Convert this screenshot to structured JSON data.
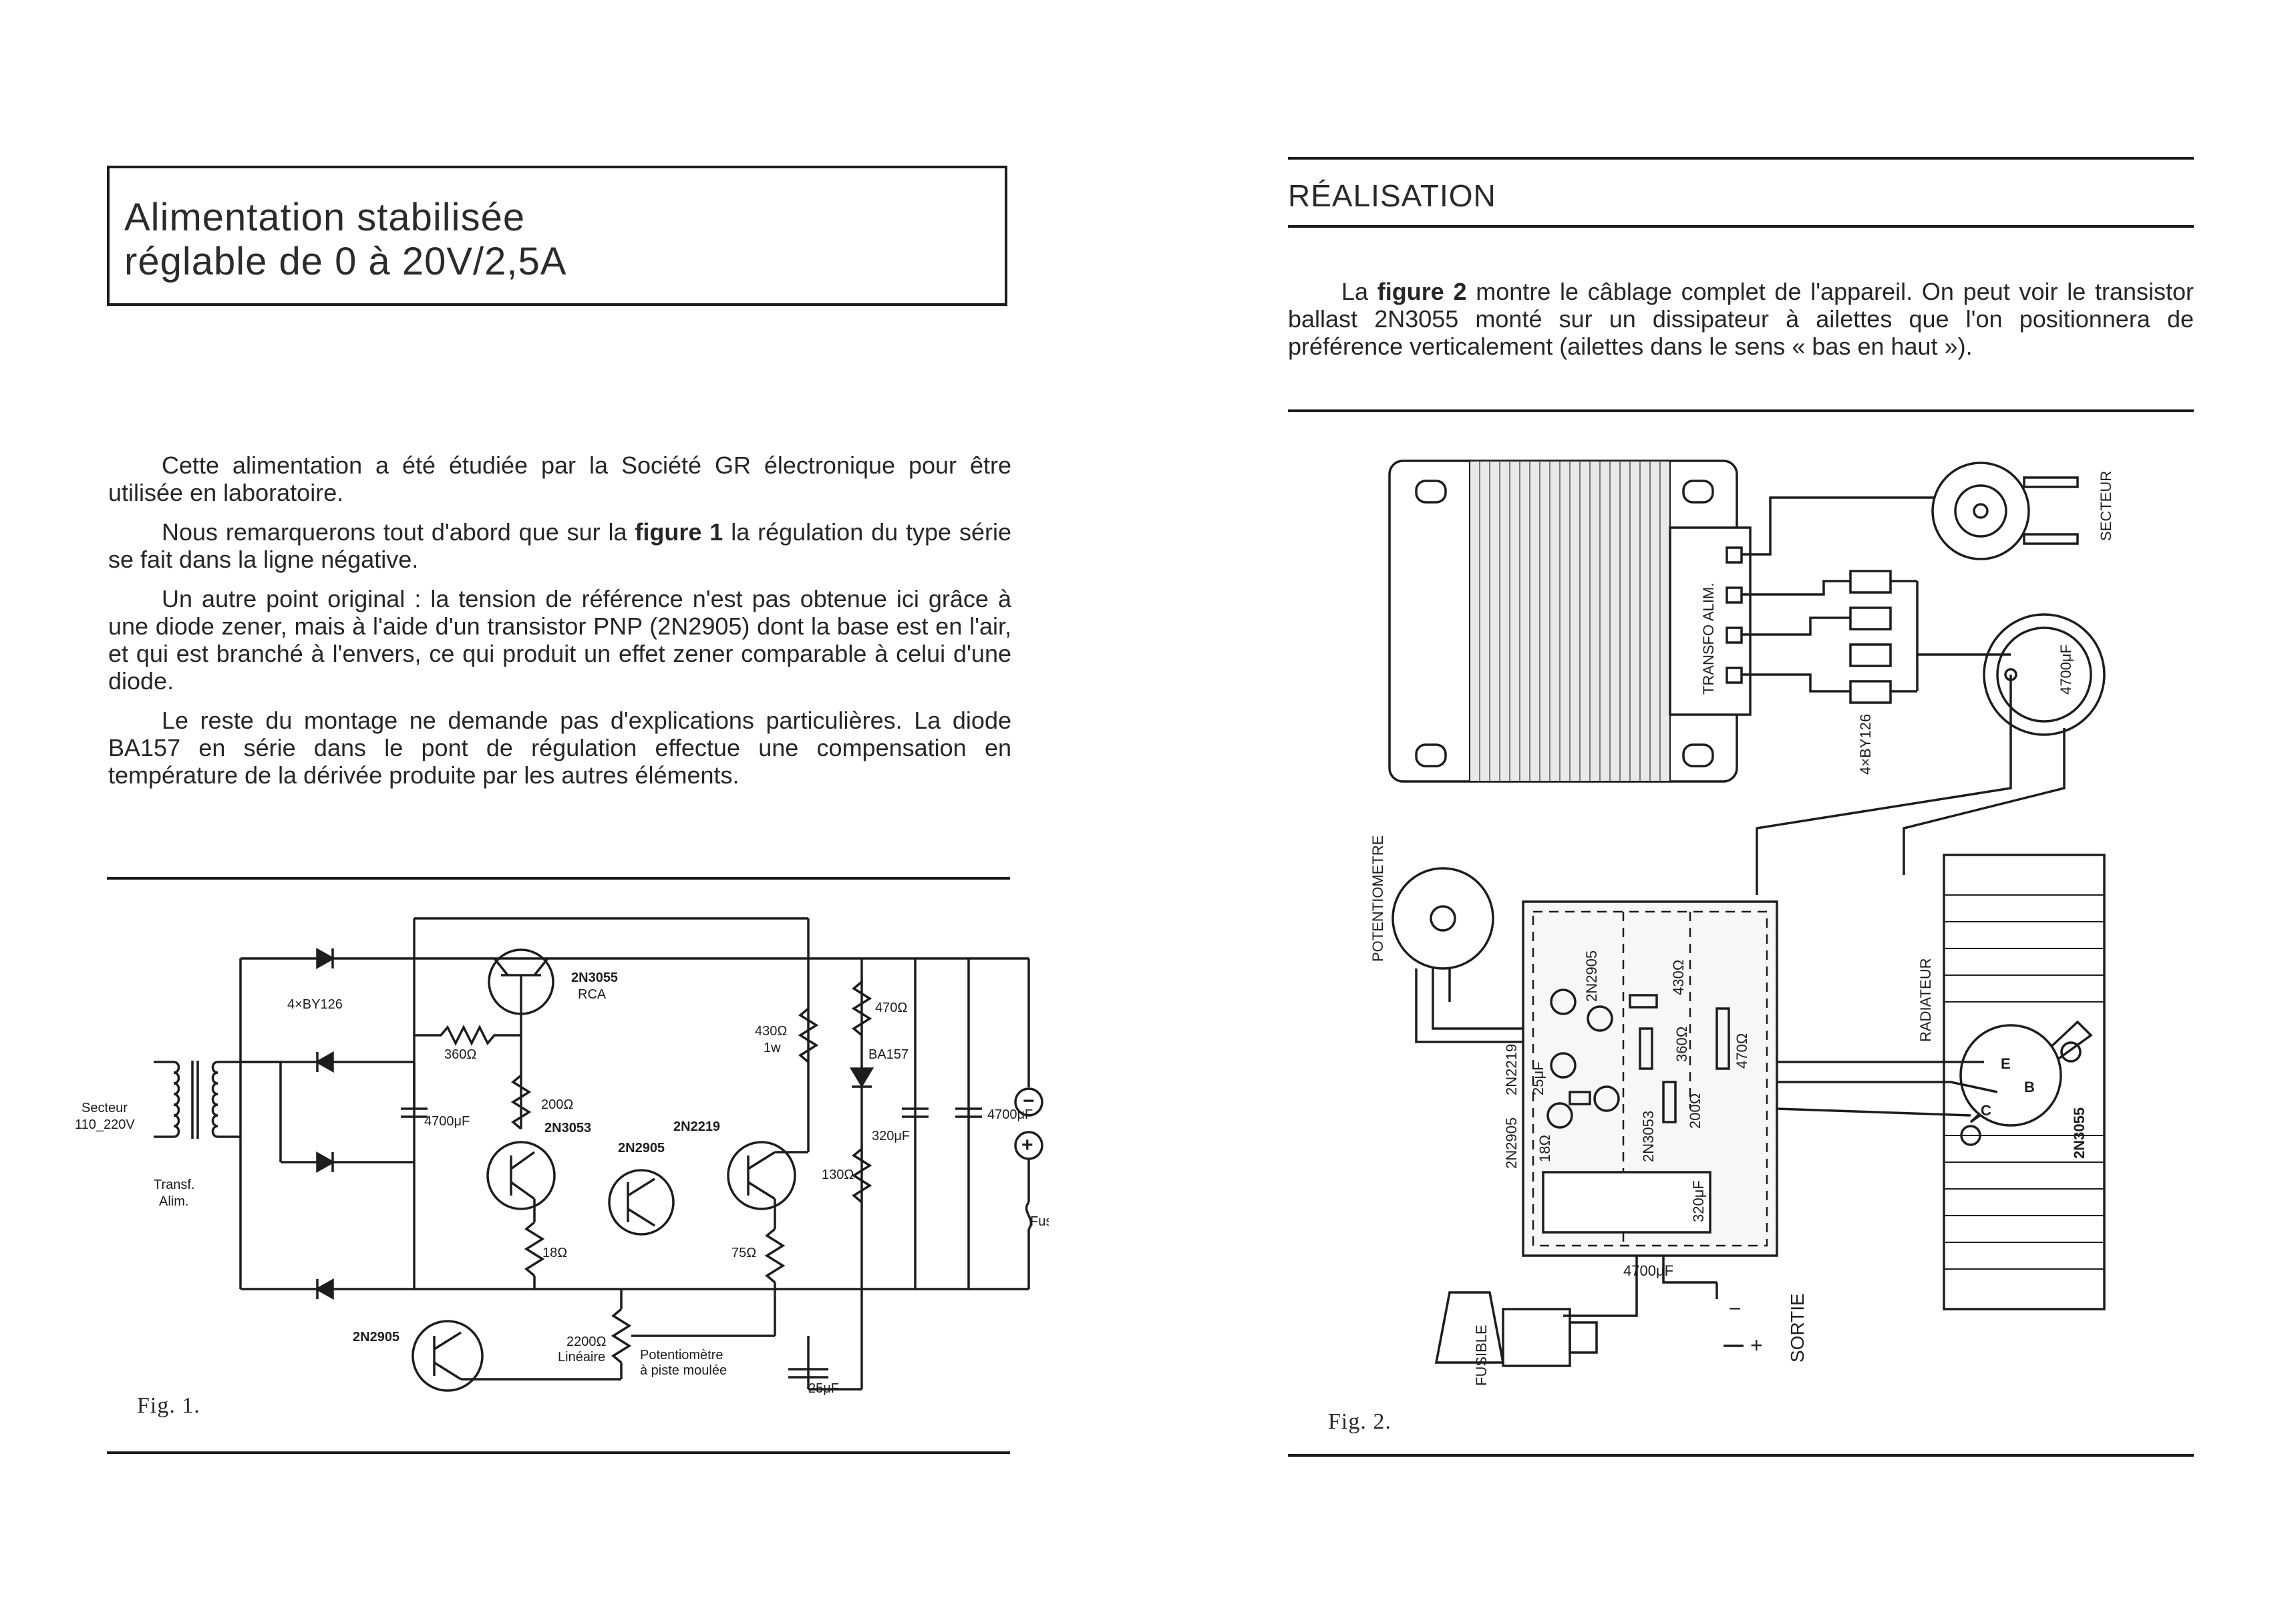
{
  "left_page": {
    "title_line1": "Alimentation stabilisée",
    "title_line2": "réglable de 0 à 20V/2,5A",
    "p1": "Cette alimentation a été étudiée par la Société GR électronique pour être utilisée en laboratoire.",
    "p2_before": "Nous remarquerons tout d'abord que sur la ",
    "p2_bold": "figure 1",
    "p2_after": " la régulation du type série se fait dans la ligne négative.",
    "p3": "Un autre point original : la tension de référence n'est pas obtenue ici grâce à une diode zener, mais à l'aide d'un transistor PNP (2N2905) dont la base est en l'air, et qui est branché à l'envers, ce qui produit un effet zener comparable à celui d'une diode.",
    "p4": "Le reste du montage ne demande pas d'explications particulières. La diode BA157 en série dans le pont de régulation effectue une compensation en température de la dérivée produite par les autres éléments.",
    "fig_caption": "Fig. 1.",
    "schematic": {
      "bridge": "4×BY126",
      "secteur": "Secteur",
      "voltage": "110_220V",
      "transf1": "Transf.",
      "transf2": "Alim.",
      "q_ballast": "2N3055",
      "q_ballast_brand": "RCA",
      "r360": "360Ω",
      "r200": "200Ω",
      "c4700a": "4700μF",
      "q_driver": "2N3053",
      "q_ref": "2N2905",
      "q_amp": "2N2219",
      "r430": "430Ω",
      "r430w": "1w",
      "r470": "470Ω",
      "d_ba157": "BA157",
      "c320": "320μF",
      "r130": "130Ω",
      "c4700b": "4700μF",
      "r18": "18Ω",
      "r75": "75Ω",
      "q_ref2": "2N2905",
      "r2200": "2200Ω",
      "lineaire": "Linéaire",
      "pot1": "Potentiomètre",
      "pot2": "à piste moulée",
      "c25": "25μF",
      "fuse": "Fus.",
      "minus": "−",
      "plus": "+"
    }
  },
  "right_page": {
    "heading": "RÉALISATION",
    "p1_before": "La ",
    "p1_bold": "figure 2",
    "p1_after": " montre le câblage complet de l'appareil. On peut voir le transistor ballast 2N3055 monté sur un dissipateur à ailettes que l'on positionnera de préférence verticalement (ailettes dans le sens « bas en haut »).",
    "fig_caption": "Fig. 2.",
    "wiring": {
      "transfo": "TRANSFO ALIM.",
      "secteur": "SECTEUR",
      "bridge": "4×BY126",
      "cap": "4700μF",
      "pot": "POTENTIOMETRE",
      "radiateur": "RADIATEUR",
      "q_ballast": "2N3055",
      "q1": "2N2905",
      "q2": "2N2219",
      "q3": "2N2905",
      "q4": "2N3053",
      "r430": "430Ω",
      "r360": "360Ω",
      "r470": "470Ω",
      "r200": "200Ω",
      "r18": "18Ω",
      "c25": "25μF",
      "c320": "320μF",
      "c4700": "4700μF",
      "fusible": "FUSIBLE",
      "sortie": "SORTIE",
      "plus": "+",
      "minus": "−",
      "pin_e": "E",
      "pin_b": "B",
      "pin_c": "C"
    }
  }
}
